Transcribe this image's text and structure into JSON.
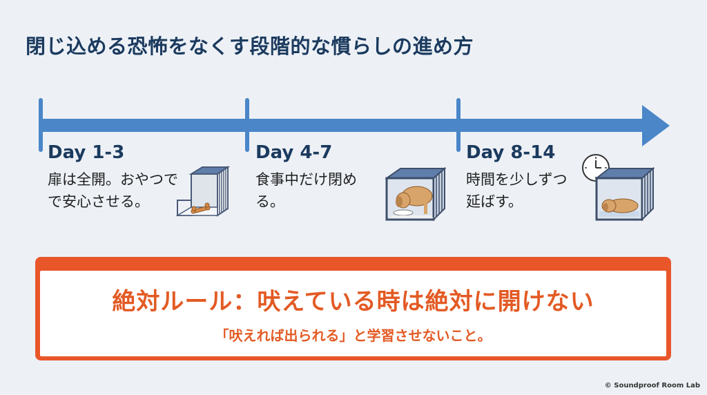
{
  "header": {
    "title": "閉じ込める恐怖をなくす段階的な慣らしの進め方"
  },
  "timeline": {
    "color": "#4a86c8",
    "stages": [
      {
        "label": "Day 1-3",
        "description": "扉は全開。おやつで\nで安心させる。",
        "illustration": "open-crate-with-bone"
      },
      {
        "label": "Day 4-7",
        "description": "食事中だけ閉め\nる。",
        "illustration": "dog-eating-in-closed-crate"
      },
      {
        "label": "Day 8-14",
        "description": "時間を少しずつ\n延ばす。",
        "illustration": "dog-sleeping-in-crate-with-clock"
      }
    ]
  },
  "rule": {
    "color": "#e8562a",
    "title": "絶対ルール：吠えている時は絶対に開けない",
    "subtitle": "「吠えれば出られる」と学習させないこと。"
  },
  "footer": {
    "credit": "© Soundproof Room Lab"
  }
}
